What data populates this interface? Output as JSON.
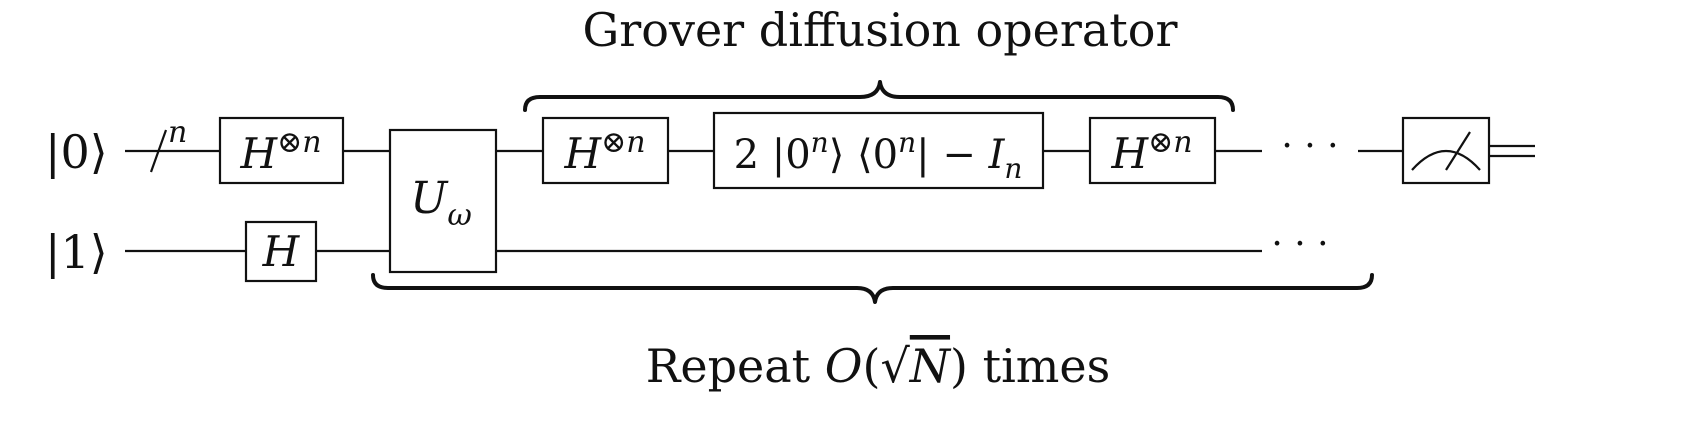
{
  "inputs": {
    "top_ket": "|0⟩",
    "bottom_ket": "|1⟩"
  },
  "bus_label": "n",
  "gates": {
    "h_tensor_base": "H",
    "h_tensor_exp": "⊗n",
    "h_single": "H",
    "oracle_base": "U",
    "oracle_sub": "ω",
    "diffusion_core": {
      "prefix": "2 |0",
      "exp1": "n",
      "middle": "⟩ ⟨0",
      "exp2": "n",
      "suffix": "| − ",
      "I": "I",
      "I_sub": "n"
    }
  },
  "ellipsis": {
    "top": "· · ·",
    "bottom": "· · ·"
  },
  "annotations": {
    "diffusion_label": "Grover diffusion operator",
    "repeat_prefix": "Repeat ",
    "repeat_O": "O",
    "repeat_open": "(",
    "repeat_sqrt": "√",
    "repeat_N": "N",
    "repeat_close": ")",
    "repeat_suffix": " times"
  }
}
